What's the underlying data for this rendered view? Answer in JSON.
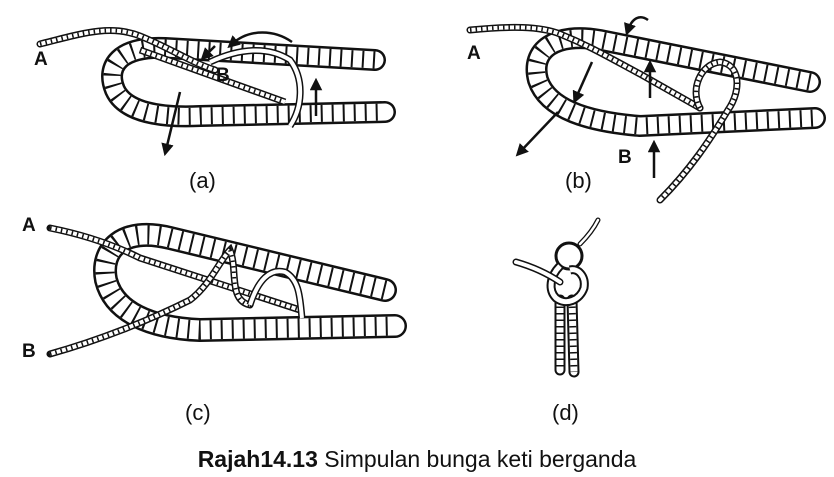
{
  "figure": {
    "caption": {
      "label": "Rajah14.13",
      "text": "Simpulan bunga keti berganda"
    },
    "panels": [
      {
        "id": "a",
        "label": "(a)",
        "ends": [
          "A",
          "B"
        ]
      },
      {
        "id": "b",
        "label": "(b)",
        "ends": [
          "A",
          "B"
        ]
      },
      {
        "id": "c",
        "label": "(c)",
        "ends": [
          "A",
          "B"
        ]
      },
      {
        "id": "d",
        "label": "(d)",
        "ends": []
      }
    ]
  },
  "colors": {
    "ink": "#111111",
    "rope_fill": "#ffffff",
    "background": "#ffffff"
  }
}
